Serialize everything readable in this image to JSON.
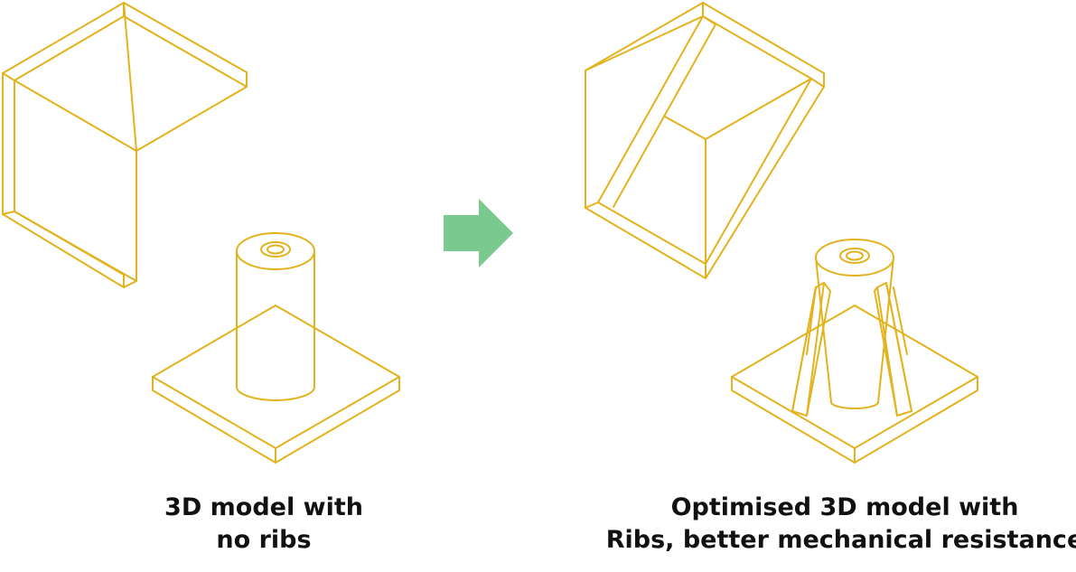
{
  "colors": {
    "wireframe": "#E3B21C",
    "arrow": "#7AC98F",
    "text": "#111111",
    "background": "#FFFFFF"
  },
  "captions": {
    "left": {
      "line1": "3D model with",
      "line2": "no ribs"
    },
    "right": {
      "line1": "Optimised 3D model with",
      "line2": "Ribs, better mechanical resistance"
    }
  },
  "arrow": {
    "direction": "right",
    "icon": "arrow-right-icon"
  }
}
